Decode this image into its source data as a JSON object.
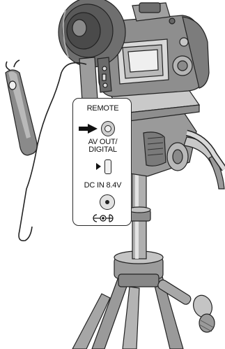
{
  "ports": {
    "remote": {
      "label": "REMOTE"
    },
    "av_out": {
      "label_line1": "AV OUT/",
      "label_line2": "DIGITAL"
    },
    "dc_in": {
      "label": "DC IN 8.4V"
    }
  },
  "icons": {
    "pointer": "arrow-right-icon",
    "av_marker": "triangle-right-icon",
    "polarity": "dc-polarity-icon"
  },
  "colors": {
    "line": "#222222",
    "body_gray": "#8e8e8e",
    "highlight_gray": "#cfcfcf",
    "background": "#ffffff"
  }
}
